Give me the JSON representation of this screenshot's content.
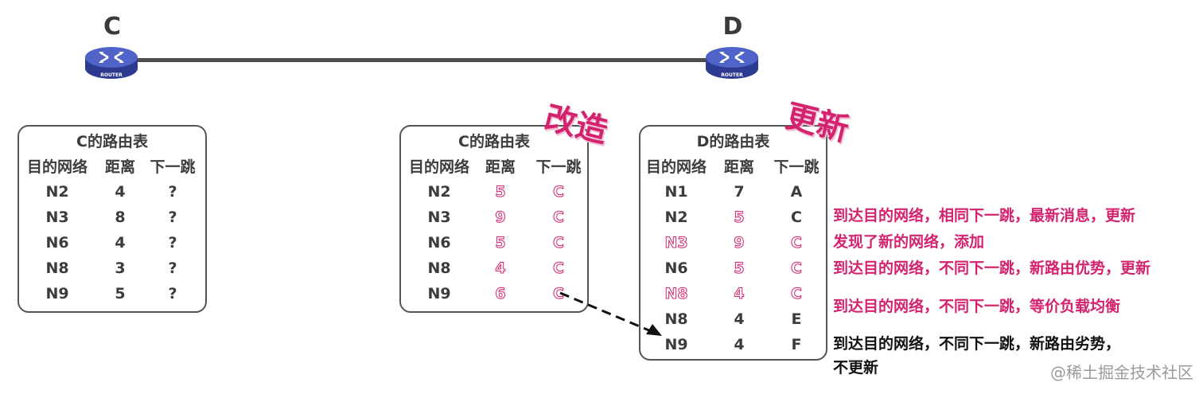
{
  "routers": {
    "c": {
      "label": "C",
      "device_text": "ROUTER"
    },
    "d": {
      "label": "D",
      "device_text": "ROUTER"
    }
  },
  "table_c_left": {
    "title": "C的路由表",
    "headers": [
      "目的网络",
      "距离",
      "下一跳"
    ],
    "rows": [
      [
        "N2",
        "4",
        "?"
      ],
      [
        "N3",
        "8",
        "?"
      ],
      [
        "N6",
        "4",
        "?"
      ],
      [
        "N8",
        "3",
        "?"
      ],
      [
        "N9",
        "5",
        "?"
      ]
    ]
  },
  "table_c_modified": {
    "title": "C的路由表",
    "headers": [
      "目的网络",
      "距离",
      "下一跳"
    ],
    "rows": [
      [
        "N2",
        "5",
        "C"
      ],
      [
        "N3",
        "9",
        "C"
      ],
      [
        "N6",
        "5",
        "C"
      ],
      [
        "N8",
        "4",
        "C"
      ],
      [
        "N9",
        "6",
        "C"
      ]
    ]
  },
  "table_d": {
    "title": "D的路由表",
    "headers": [
      "目的网络",
      "距离",
      "下一跳"
    ],
    "rows": [
      [
        "N1",
        "7",
        "A"
      ],
      [
        "N2",
        "5",
        "C"
      ],
      [
        "N3",
        "9",
        "C"
      ],
      [
        "N6",
        "5",
        "C"
      ],
      [
        "N8",
        "4",
        "C"
      ],
      [
        "N8",
        "4",
        "E"
      ],
      [
        "N9",
        "4",
        "F"
      ]
    ]
  },
  "stamps": {
    "modify": "改造",
    "update": "更新"
  },
  "notes": [
    "到达目的网络，相同下一跳，最新消息，更新",
    "发现了新的网络，添加",
    "到达目的网络，不同下一跳，新路由优势，更新",
    "到达目的网络，不同下一跳，等价负载均衡",
    "到达目的网络，不同下一跳，新路由劣势，",
    "不更新"
  ],
  "watermark": "@稀土掘金技术社区",
  "colors": {
    "accent": "#d3236f",
    "text": "#3c3c3c",
    "border": "#555555"
  }
}
